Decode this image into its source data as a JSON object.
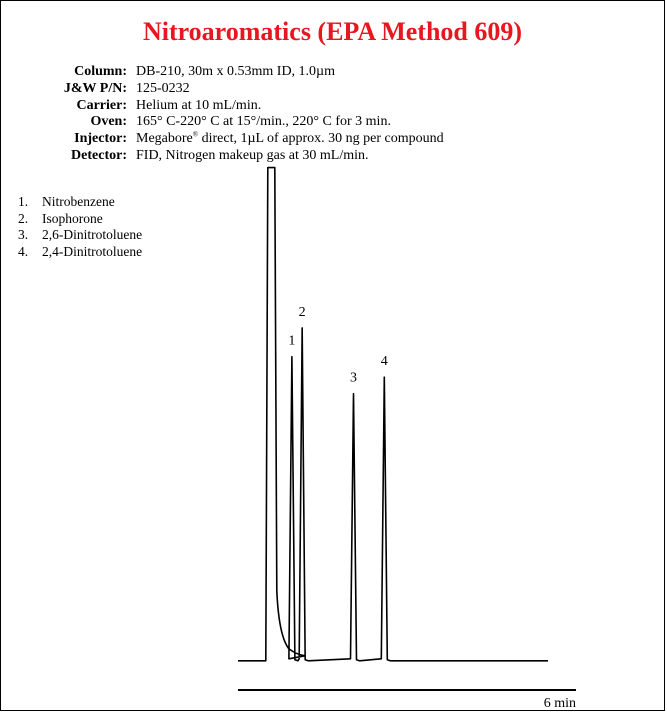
{
  "title": "Nitroaromatics (EPA Method 609)",
  "conditions": [
    {
      "label": "Column:",
      "value": "DB-210, 30m x 0.53mm ID, 1.0µm"
    },
    {
      "label": "J&W P/N:",
      "value": "125-0232"
    },
    {
      "label": "Carrier:",
      "value": "Helium at 10 mL/min."
    },
    {
      "label": "Oven:",
      "value": "165° C-220° C at 15°/min., 220° C for 3 min."
    },
    {
      "label": "Injector:",
      "value_before": "Megabore",
      "value_sup": "®",
      "value_after": " direct, 1µL of approx. 30 ng per compound"
    },
    {
      "label": "Detector:",
      "value": "FID, Nitrogen makeup gas at 30 mL/min."
    }
  ],
  "peak_list": [
    {
      "number": "1.",
      "name": "Nitrobenzene"
    },
    {
      "number": "2.",
      "name": "Isophorone"
    },
    {
      "number": "3.",
      "name": "2,6-Dinitrotoluene"
    },
    {
      "number": "4.",
      "name": "2,4-Dinitrotoluene"
    }
  ],
  "chart_data": {
    "type": "line",
    "xlim": [
      0,
      6
    ],
    "ylim": [
      0,
      100
    ],
    "x_axis_label": "6 min",
    "baseline": 2,
    "solvent_front": {
      "x": 0.6,
      "height": 122
    },
    "peaks": [
      {
        "label": "1",
        "x": 1.05,
        "height": 76
      },
      {
        "label": "2",
        "x": 1.25,
        "height": 83
      },
      {
        "label": "3",
        "x": 2.25,
        "height": 67
      },
      {
        "label": "4",
        "x": 2.85,
        "height": 71
      }
    ]
  }
}
